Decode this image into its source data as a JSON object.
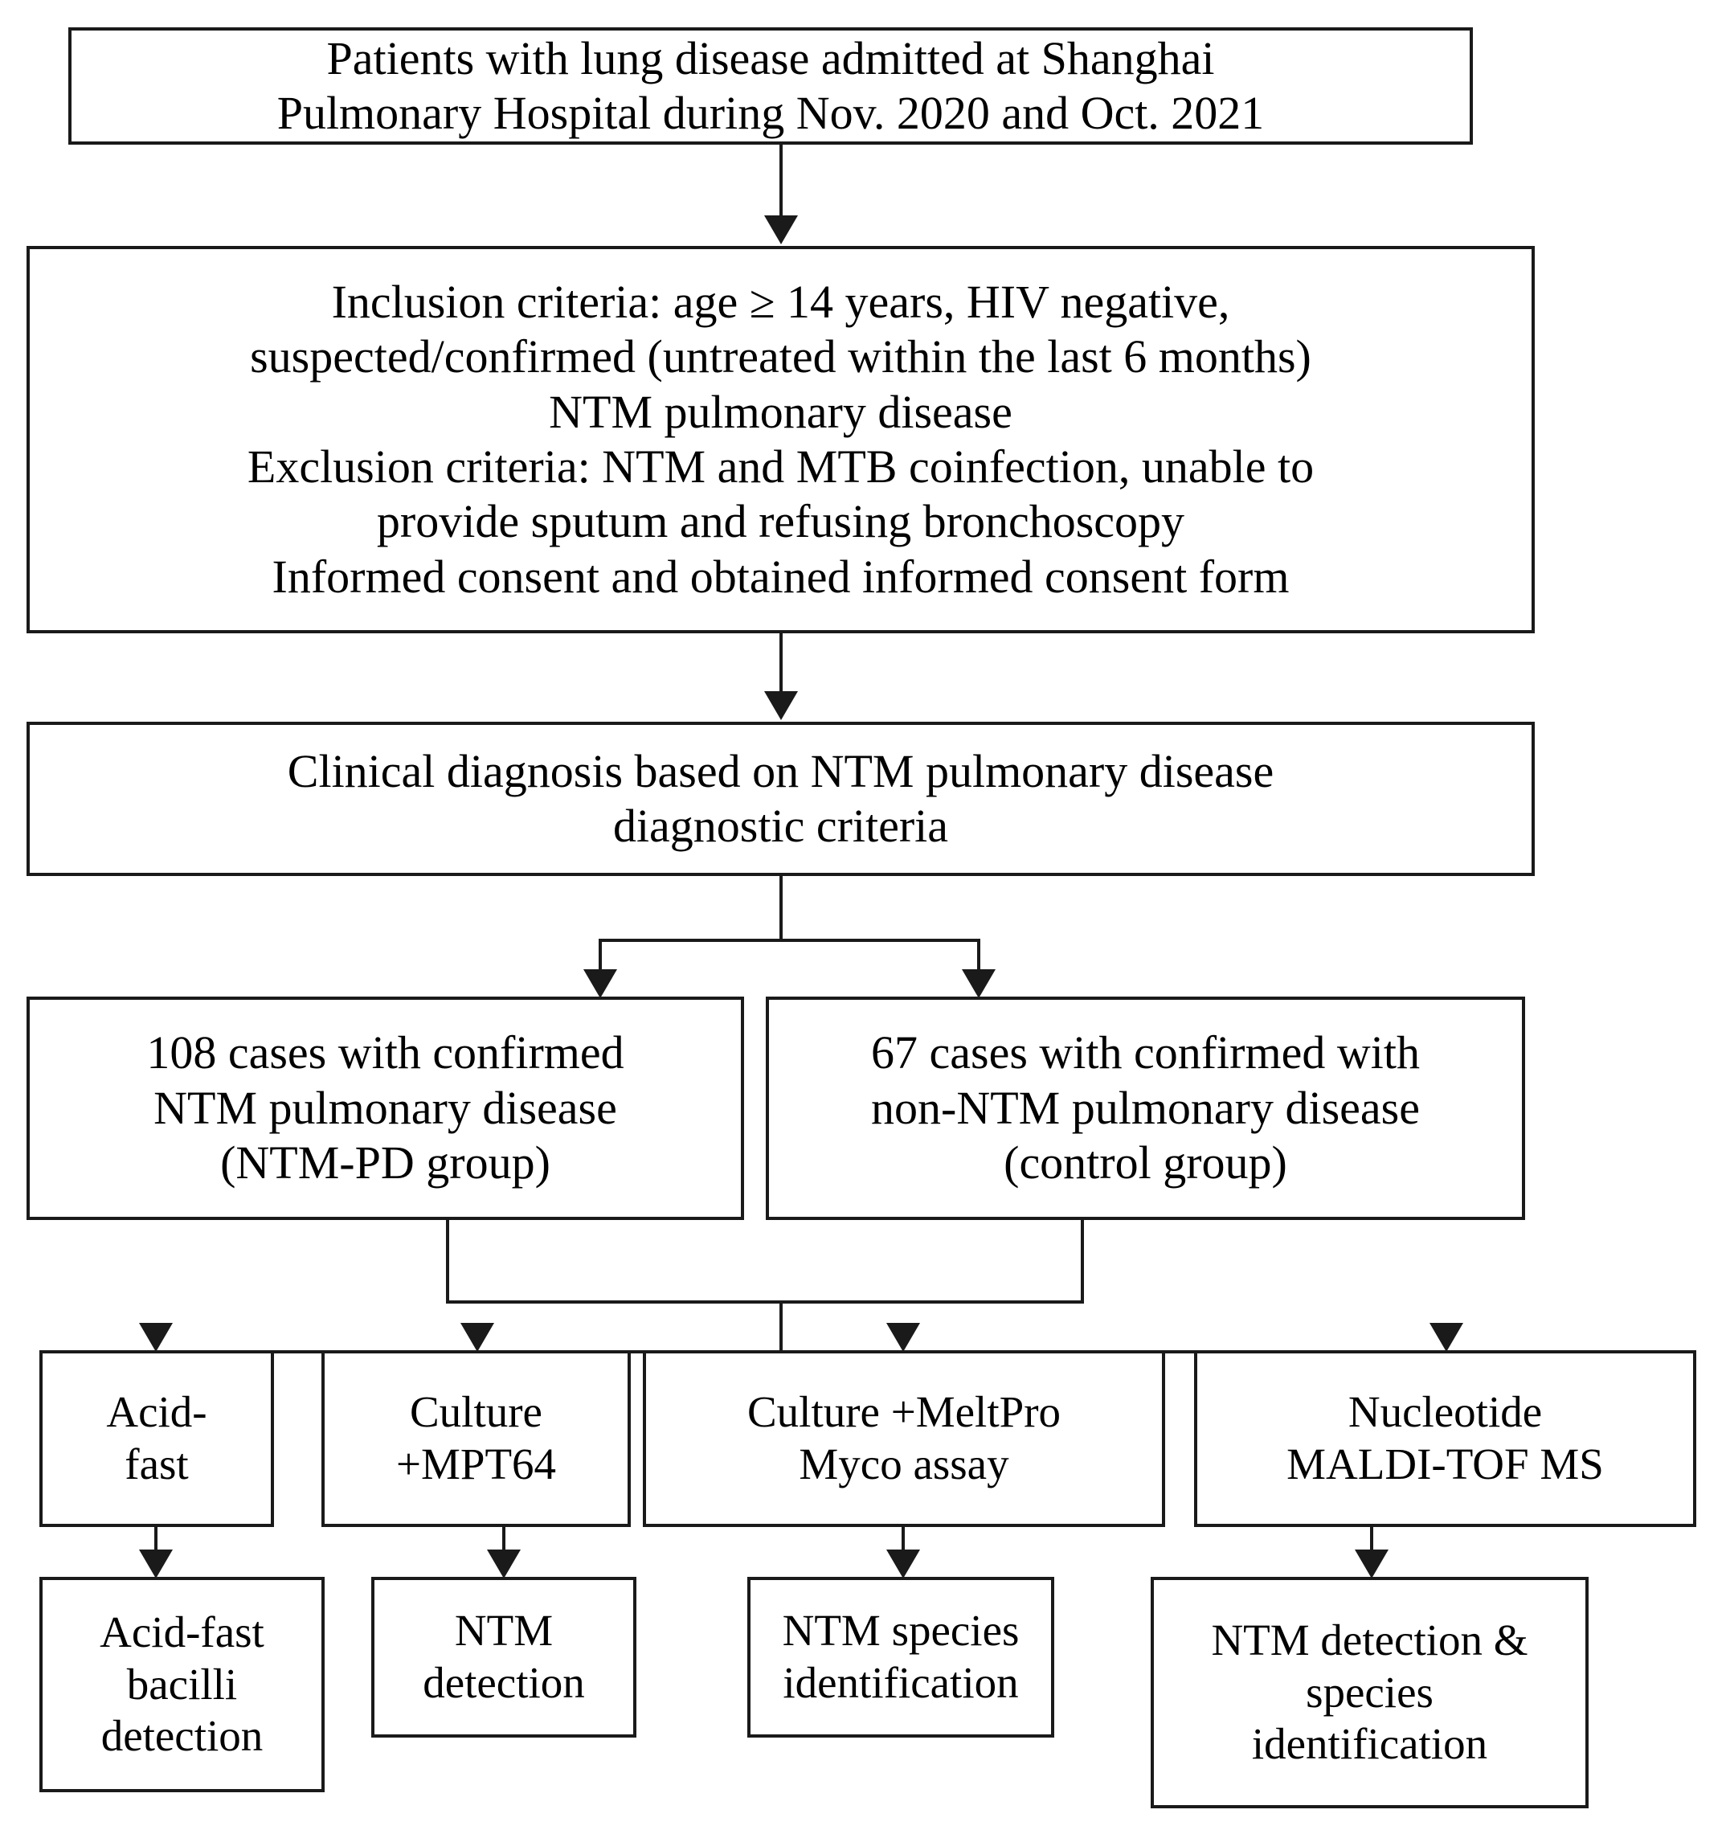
{
  "diagram": {
    "title": "NTM pulmonary disease study enrollment and diagnostic workflow flowchart",
    "type": "flowchart",
    "nodes": {
      "source": {
        "id": "source",
        "text": "Patients with lung disease admitted at Shanghai\nPulmonary Hospital during Nov. 2020 and Oct. 2021"
      },
      "criteria": {
        "id": "criteria",
        "text": "Inclusion criteria: age ≥ 14 years, HIV negative,\nsuspected/confirmed (untreated within the last 6 months)\nNTM pulmonary disease\nExclusion criteria: NTM and MTB coinfection, unable to\nprovide sputum and refusing bronchoscopy\nInformed consent and obtained informed consent form"
      },
      "diagnosis": {
        "id": "diagnosis",
        "text": "Clinical diagnosis based on NTM pulmonary disease\ndiagnostic criteria"
      },
      "ntmpd_group": {
        "id": "ntmpd_group",
        "text": "108 cases with confirmed\nNTM pulmonary disease\n(NTM-PD group)",
        "count": 108,
        "label": "NTM-PD group"
      },
      "control_group": {
        "id": "control_group",
        "text": "67 cases with confirmed with\nnon-NTM pulmonary disease\n(control group)",
        "count": 67,
        "label": "control group"
      },
      "method_1": {
        "id": "method_1",
        "text": "Acid-\nfast"
      },
      "method_2": {
        "id": "method_2",
        "text": "Culture\n+MPT64"
      },
      "method_3": {
        "id": "method_3",
        "text": "Culture +MeltPro\nMyco assay"
      },
      "method_4": {
        "id": "method_4",
        "text": "Nucleotide\nMALDI-TOF MS"
      },
      "result_1": {
        "id": "result_1",
        "text": "Acid-fast\nbacilli\ndetection"
      },
      "result_2": {
        "id": "result_2",
        "text": "NTM\ndetection"
      },
      "result_3": {
        "id": "result_3",
        "text": "NTM species\nidentification"
      },
      "result_4": {
        "id": "result_4",
        "text": "NTM detection &\nspecies\nidentification"
      }
    },
    "edges": [
      {
        "from": "source",
        "to": "criteria",
        "style": "arrow"
      },
      {
        "from": "criteria",
        "to": "diagnosis",
        "style": "arrow"
      },
      {
        "from": "diagnosis",
        "to": "ntmpd_group",
        "style": "split-arrow"
      },
      {
        "from": "diagnosis",
        "to": "control_group",
        "style": "split-arrow"
      },
      {
        "from": "ntmpd_group",
        "to": "methods",
        "style": "merge-split-arrow"
      },
      {
        "from": "control_group",
        "to": "methods",
        "style": "merge-split-arrow"
      },
      {
        "from": "method_1",
        "to": "result_1",
        "style": "arrow"
      },
      {
        "from": "method_2",
        "to": "result_2",
        "style": "arrow"
      },
      {
        "from": "method_3",
        "to": "result_3",
        "style": "arrow"
      },
      {
        "from": "method_4",
        "to": "result_4",
        "style": "arrow"
      }
    ],
    "colors": {
      "border": "#1a1a1a",
      "background": "#ffffff",
      "text": "#000000"
    }
  }
}
